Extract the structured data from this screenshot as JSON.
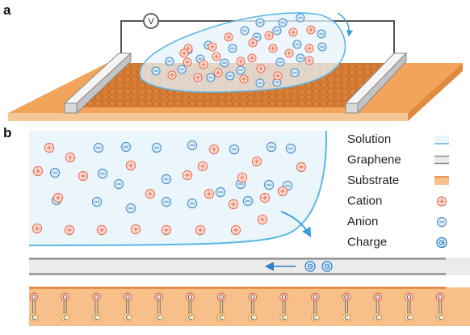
{
  "panels": {
    "a": "a",
    "b": "b"
  },
  "meter": {
    "symbol": "V"
  },
  "legend": [
    {
      "label": "Solution",
      "swatch": "solution"
    },
    {
      "label": "Graphene",
      "swatch": "graphene"
    },
    {
      "label": "Substrate",
      "swatch": "substrate"
    },
    {
      "label": "Cation",
      "swatch": "cation"
    },
    {
      "label": "Anion",
      "swatch": "anion"
    },
    {
      "label": "Charge",
      "swatch": "charge"
    }
  ],
  "atoms": {
    "top": "O",
    "bottom": "C"
  },
  "colors": {
    "solution_fill": "#eaf5fc",
    "solution_edge": "#5bb7e6",
    "graphene": "#8c8c8c",
    "substrate": "#f1a45a",
    "substrate_edge": "#e07a2b",
    "cation_fill": "#fbe1d8",
    "cation_edge": "#ee6b4f",
    "anion_fill": "#d8ebf8",
    "anion_edge": "#4c8fc8",
    "charge_edge": "#2f7fc2",
    "electrode": "#ececec"
  }
}
